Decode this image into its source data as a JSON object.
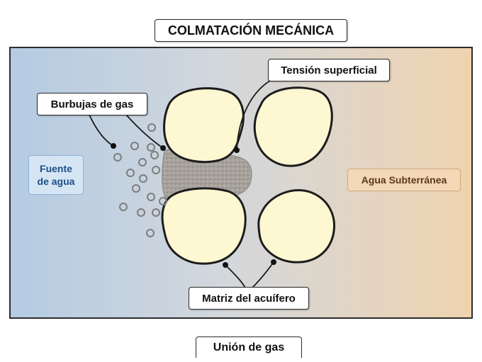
{
  "title": "COLMATACIÓN MECÁNICA",
  "labels": {
    "tension": "Tensión superficial",
    "burbujas": "Burbujas de gas",
    "fuente_line1": "Fuente",
    "fuente_line2": "de agua",
    "agua_subterranea": "Agua Subterránea",
    "matriz": "Matriz del acuífero"
  },
  "bottom_label": "Unión de gas",
  "colors": {
    "water_source": "#b7cde3",
    "groundwater": "#ecd2ae",
    "grain_fill": "#fdf7d2",
    "grain_stroke": "#1c1c1c",
    "gas_plug": "#a8a39d",
    "bubble_stroke": "#7d7d7d"
  },
  "icons": [
    "sand-grain-icon",
    "gas-bubble-icon",
    "leader-line-icon"
  ]
}
